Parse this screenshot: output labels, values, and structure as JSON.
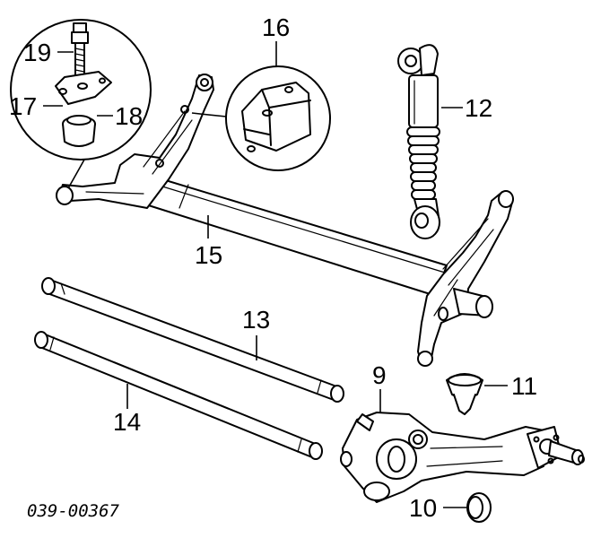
{
  "callouts": {
    "c9": "9",
    "c10": "10",
    "c11": "11",
    "c12": "12",
    "c13": "13",
    "c14": "14",
    "c15": "15",
    "c16": "16",
    "c17": "17",
    "c18": "18",
    "c19": "19"
  },
  "reference_code": "039-00367"
}
